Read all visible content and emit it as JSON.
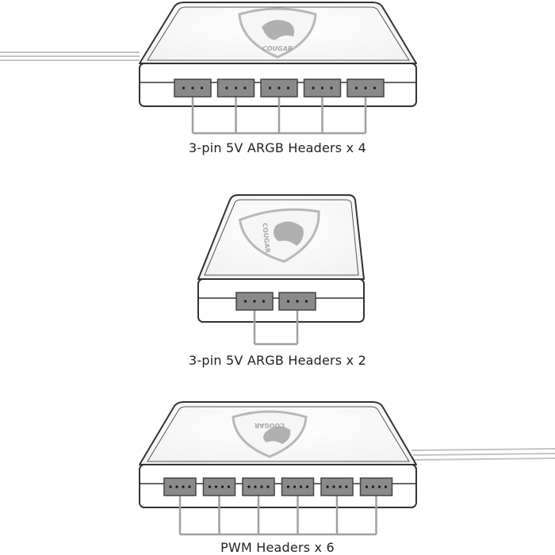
{
  "figure": {
    "hubs": [
      {
        "brand_logo_text": "COUGAR",
        "header_count": 5,
        "pins_per_header": 3,
        "caption": "3-pin 5V ARGB Headers x 4"
      },
      {
        "brand_logo_text": "COUGAR",
        "header_count": 2,
        "pins_per_header": 3,
        "caption": "3-pin 5V ARGB Headers x 2"
      },
      {
        "brand_logo_text": "COUGAR",
        "header_count": 6,
        "pins_per_header": 4,
        "caption": "PWM Headers x 6"
      }
    ]
  },
  "colors": {
    "outline": "#333333",
    "shell": "#ffffff",
    "header_fill": "#8a8a8a",
    "header_stroke": "#444444",
    "pin": "#1a1a1a",
    "wire": "#a0a0a0",
    "logo": "#b8b8b8",
    "cable": "#c0c0c0"
  }
}
